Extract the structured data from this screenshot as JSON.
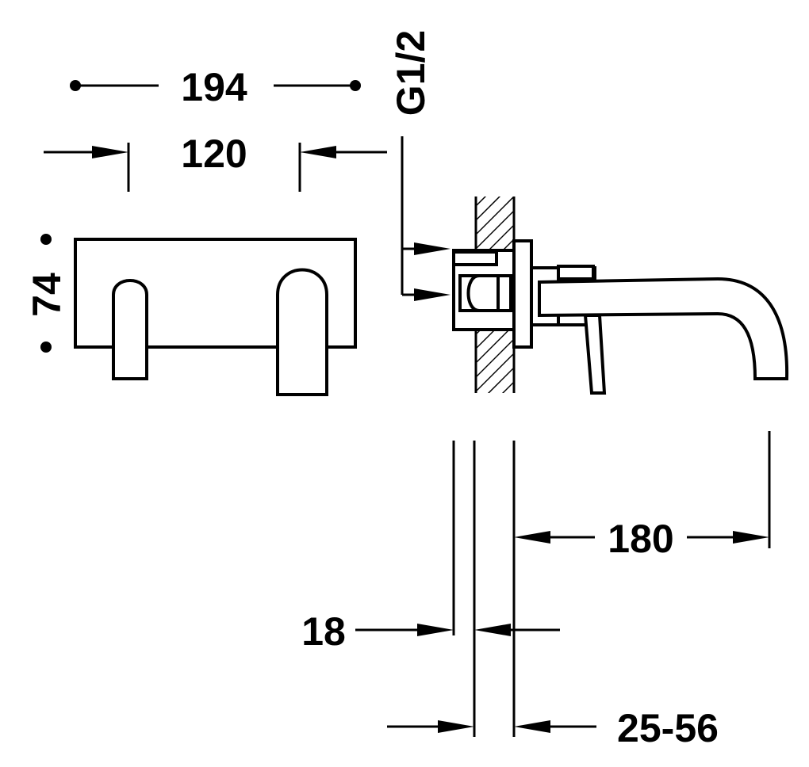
{
  "dimensions": {
    "width_total": "194",
    "width_handles": "120",
    "height": "74",
    "thread": "G1/2",
    "projection": "180",
    "wall_cover": "18",
    "adjust_range": "25-56"
  },
  "colors": {
    "line": "#000000",
    "background": "#ffffff"
  }
}
